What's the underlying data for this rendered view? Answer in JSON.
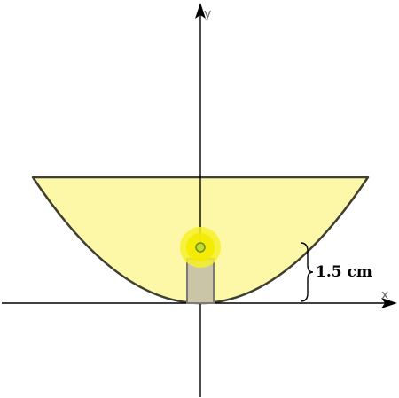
{
  "diagram": {
    "axes": {
      "x_label": "x",
      "y_label": "y"
    },
    "dimension": {
      "label": "1.5 cm"
    },
    "colors": {
      "reflector_fill": "#fdf8a7",
      "reflector_stroke": "#3f3f32",
      "bulb_glow": "#f7f02a",
      "bulb_core": "#c4dc2a",
      "bulb_ring": "#6a8f1c",
      "holder_fill": "#c9c5a6",
      "holder_stroke": "#7a7a7a",
      "axis": "#000000"
    }
  }
}
